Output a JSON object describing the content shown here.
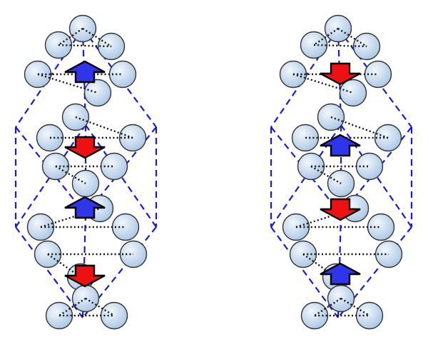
{
  "colors": {
    "background": "#ffffff",
    "atom_fill_center": "#f2f7fc",
    "atom_fill_edge": "#a9c6e4",
    "atom_stroke": "#333333",
    "cell_dashed_line": "#1a1ad6",
    "bond_dotted_line": "#111111",
    "spin_up_arrow": "#2f35e8",
    "spin_down_arrow": "#ee1111",
    "arrow_outline": "#000000"
  },
  "structures": [
    {
      "name": "left-structure",
      "spin_order": [
        "up",
        "down",
        "up",
        "down"
      ]
    },
    {
      "name": "right-structure",
      "spin_order": [
        "down",
        "up",
        "down",
        "up"
      ]
    }
  ]
}
